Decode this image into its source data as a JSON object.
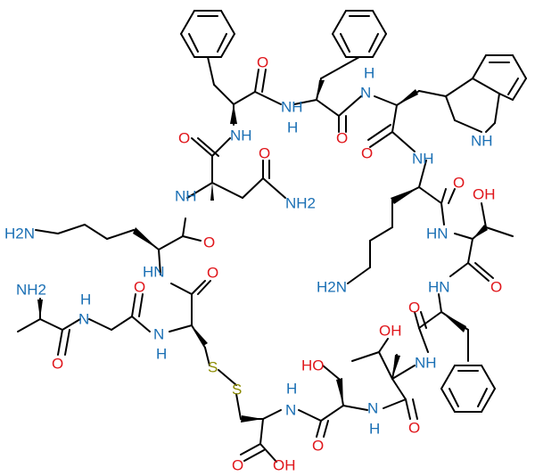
{
  "colors": {
    "bond": "#000000",
    "N": "#1a6fb4",
    "O": "#e0161b",
    "S": "#8c8b00",
    "background": "#ffffff"
  },
  "labels": {
    "nh_phe": "NH",
    "nh_asn": "NH",
    "h_phe2": "H",
    "h_trp": "H",
    "nh_indole": "NH",
    "o_phe1": "O",
    "o_phe2": "O",
    "o_asn": "O",
    "o_trp": "O",
    "o_asn_side": "O",
    "o_lys1": "O",
    "o_lys2": "O",
    "o_thr1_co": "O",
    "o_cys1": "O",
    "o_gly": "O",
    "o_ala": "O",
    "o_thr2_co": "O",
    "o_ser_co": "O",
    "o_phe3": "O",
    "nh2_amide": "NH2",
    "h2n_lys1": "H2N",
    "nh2_ala": "NH2",
    "h2n_lys2": "H2N",
    "hn_lys2": "N",
    "h_lys2": "H",
    "hn_lys1": "HN",
    "hn_thr1": "HN",
    "hn_cys1": "HN",
    "hn_phe3": "HN",
    "hn_ala": "H",
    "n_gly": "N",
    "h_cys1": "H",
    "n_cys1": "N",
    "oh_thr1": "OH",
    "oh_thr2": "OH",
    "ho_ser": "HO",
    "s1": "S",
    "s2": "S",
    "h_cys2": "H",
    "n_cys2": "N",
    "h_ser": "H",
    "n_ser": "N",
    "h_thr2": "H",
    "n_thr2": "N",
    "oh_acid": "OH",
    "o_acid": "O"
  }
}
